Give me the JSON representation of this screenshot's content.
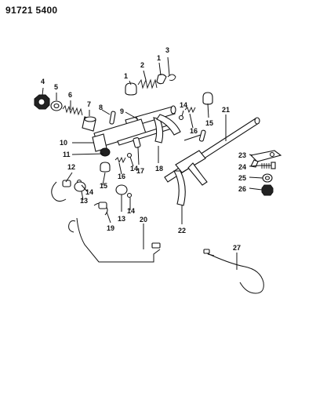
{
  "document_number": "91721 5400",
  "callouts": [
    "1",
    "2",
    "3",
    "4",
    "5",
    "6",
    "7",
    "8",
    "9",
    "10",
    "11",
    "12",
    "13",
    "14",
    "15",
    "16",
    "17",
    "18",
    "19",
    "20",
    "21",
    "22",
    "23",
    "24",
    "25",
    "26",
    "27"
  ],
  "colors": {
    "ink": "#111111",
    "paper": "#ffffff"
  }
}
